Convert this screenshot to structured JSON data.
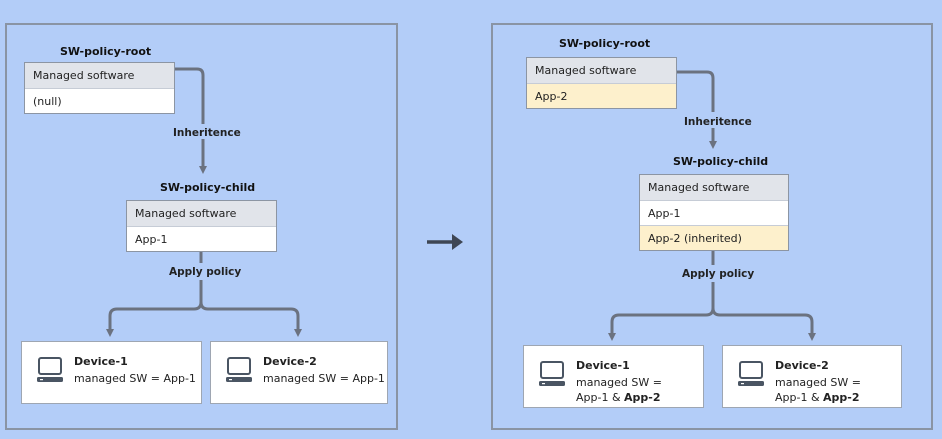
{
  "left": {
    "root_title": "SW-policy-root",
    "root_table": {
      "header": "Managed software",
      "rows": [
        "(null)"
      ]
    },
    "inheritance_label": "Inheritence",
    "child_title": "SW-policy-child",
    "child_table": {
      "header": "Managed software",
      "rows": [
        "App-1"
      ]
    },
    "apply_label": "Apply policy",
    "devices": [
      {
        "name": "Device-1",
        "sw": "managed SW = App-1"
      },
      {
        "name": "Device-2",
        "sw": "managed SW = App-1"
      }
    ]
  },
  "right": {
    "root_title": "SW-policy-root",
    "root_table": {
      "header": "Managed software",
      "rows": [
        "App-2"
      ]
    },
    "inheritance_label": "Inheritence",
    "child_title": "SW-policy-child",
    "child_table": {
      "header": "Managed software",
      "rows": [
        "App-1",
        "App-2 (inherited)"
      ]
    },
    "apply_label": "Apply policy",
    "devices": [
      {
        "name": "Device-1",
        "sw_line1": "managed SW =",
        "sw_line2_a": "App-1 & ",
        "sw_line2_b": "App-2"
      },
      {
        "name": "Device-2",
        "sw_line1": "managed SW =",
        "sw_line2_a": "App-1 & ",
        "sw_line2_b": "App-2"
      }
    ]
  },
  "colors": {
    "background": "#b3cdf8",
    "connector": "#6b7280",
    "header_row": "#e1e4ea",
    "highlight_row": "#fdf0cc"
  },
  "icons": {
    "transition": "arrow-right-icon",
    "device": "computer-icon"
  }
}
